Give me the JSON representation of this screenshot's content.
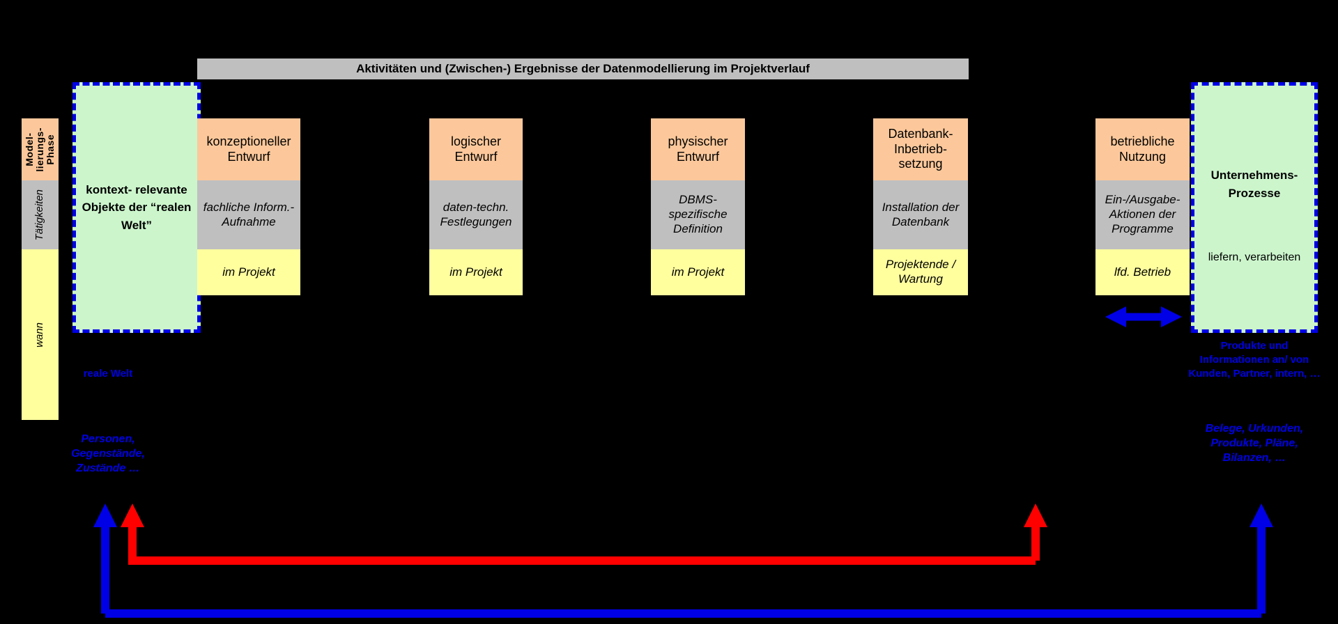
{
  "banner": {
    "title": "Aktivitäten und (Zwischen-) Ergebnisse der Datenmodellierung im Projektverlauf",
    "background": "#bfbfbf"
  },
  "colors": {
    "phase_row": "#fcc89b",
    "activity_row": "#bfbfbf",
    "when_row": "#ffff9e",
    "panel_fill": "#ccf5cc",
    "panel_border": "#0000e6",
    "blue": "#0000e6",
    "red": "#ff0000",
    "background": "#000000"
  },
  "row_labels": {
    "phase": "Model-\nlierungs-\nPhase",
    "activity": "Tätigkeiten",
    "when": "wann"
  },
  "panels": {
    "left": {
      "title": "kontext-\nrelevante\nObjekte der\n“realen Welt”",
      "subtitle": ""
    },
    "right": {
      "title": "Unternehmens-\nProzesse",
      "subtitle": "liefern,\nverarbeiten"
    }
  },
  "columns": [
    {
      "id": "konzeptioneller-entwurf",
      "phase": "konzeptioneller\nEntwurf",
      "activity": "fachliche Inform.-\nAufnahme",
      "when": "im Projekt"
    },
    {
      "id": "logischer-entwurf",
      "phase": "logischer\nEntwurf",
      "activity": "daten-techn.\nFestlegungen",
      "when": "im Projekt"
    },
    {
      "id": "physischer-entwurf",
      "phase": "physischer\nEntwurf",
      "activity": "DBMS-\nspezifische\nDefinition",
      "when": "im Projekt"
    },
    {
      "id": "datenbank-inbetriebsetzung",
      "phase": "Datenbank-\nInbetrieb-\nsetzung",
      "activity": "Installation der\nDatenbank",
      "when": "Projektende /\nWartung"
    },
    {
      "id": "betriebliche-nutzung",
      "phase": "betriebliche\nNutzung",
      "activity": "Ein-/Ausgabe-\nAktionen der\nProgramme",
      "when": "lfd. Betrieb"
    }
  ],
  "annotations": {
    "reale_welt": "reale Welt",
    "personen": "Personen,\nGegenstände,\nZustände …",
    "produkte": "Produkte und\nInformationen an/\nvon Kunden,\nPartner, intern, …",
    "belege": "Belege,\nUrkunden,\nProdukte, Pläne,\nBilanzen, …"
  }
}
